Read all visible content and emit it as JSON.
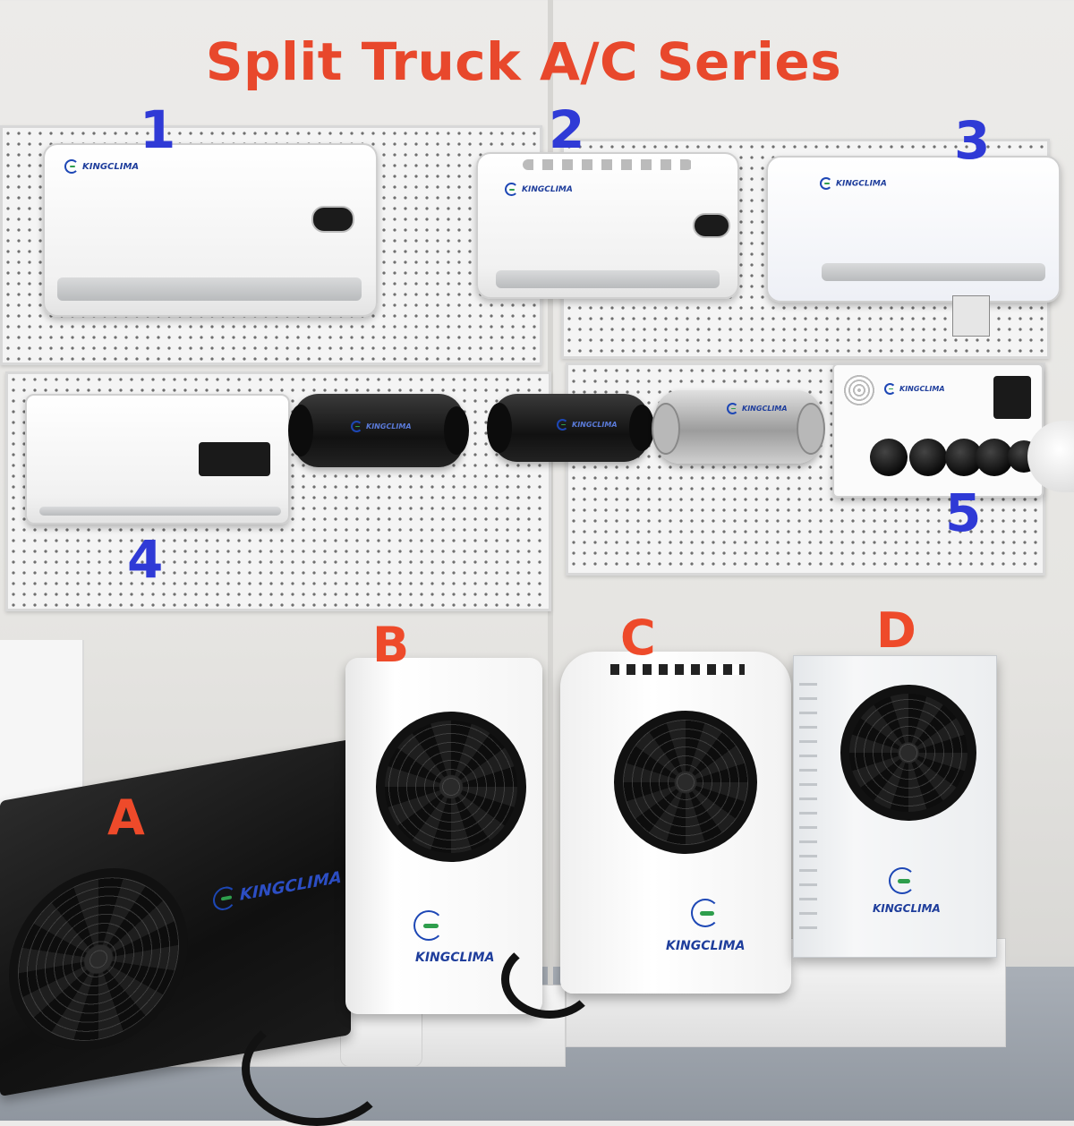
{
  "title": "Split Truck A/C Series",
  "wall_numbers": [
    "1",
    "2",
    "3",
    "4",
    "5"
  ],
  "floor_letters": [
    "A",
    "B",
    "C",
    "D"
  ],
  "brand": "KINGCLIMA",
  "colors": {
    "title": "#e8482c",
    "numbers": "#2f3ad6",
    "letters": "#ee4a2a",
    "brand": "#1f3e9c"
  }
}
